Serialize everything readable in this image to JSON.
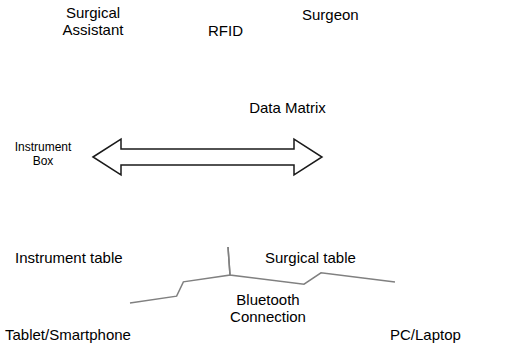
{
  "diagram": {
    "nodes": [
      {
        "text": [
          "Surgical Assistant"
        ]
      },
      {
        "text": [
          "Surgeon"
        ]
      },
      {
        "text": [
          "Instrument table"
        ]
      },
      {
        "text": [
          "Surgical table"
        ]
      },
      {
        "text": [
          "Instrument Box"
        ]
      },
      {
        "text": [
          "Tablet/Smartphone"
        ]
      },
      {
        "text": [
          "PC/Laptop"
        ]
      }
    ],
    "edges": [
      {
        "from": 4,
        "to": 1,
        "arrow": "both",
        "label": "Data Matrix"
      },
      {
        "from": 2,
        "to": 5,
        "arrow": "none"
      },
      {
        "from": 2,
        "to": 6,
        "arrow": "none"
      }
    ],
    "labels": [
      "RFID",
      "Bluetooth Connection"
    ]
  }
}
